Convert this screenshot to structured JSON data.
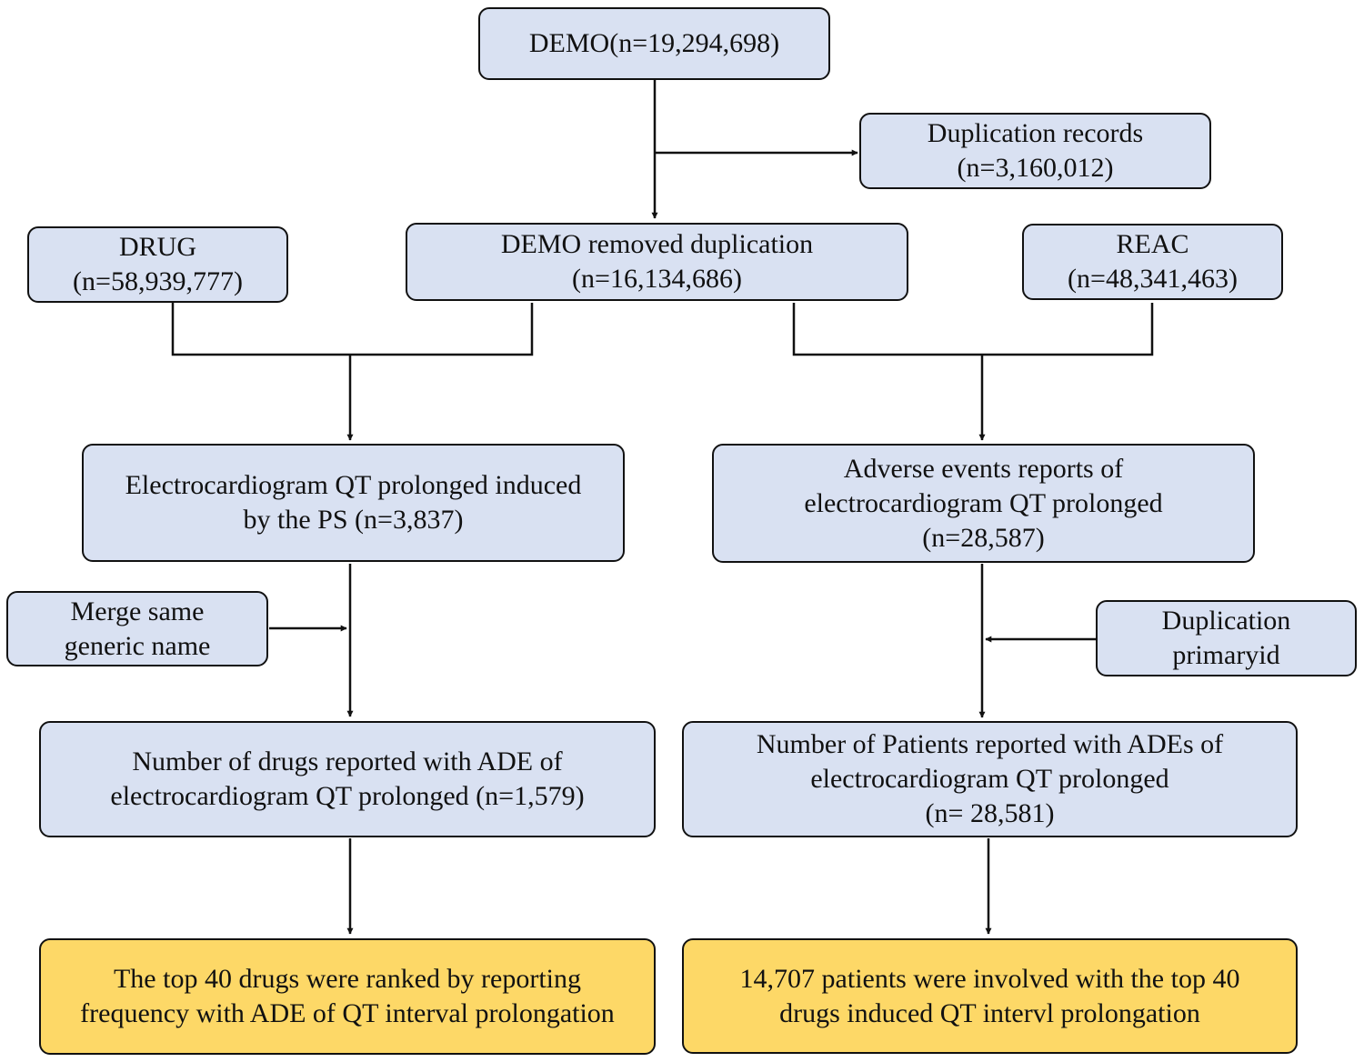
{
  "boxes": {
    "demo": {
      "lines": [
        "DEMO(n=19,294,698)"
      ]
    },
    "dup_records": {
      "lines": [
        "Duplication records",
        "(n=3,160,012)"
      ]
    },
    "drug": {
      "lines": [
        "DRUG",
        "(n=58,939,777)"
      ]
    },
    "demo_removed": {
      "lines": [
        "DEMO removed duplication",
        "(n=16,134,686)"
      ]
    },
    "reac": {
      "lines": [
        "REAC",
        "(n=48,341,463)"
      ]
    },
    "ecg_ps": {
      "lines": [
        "Electrocardiogram QT prolonged induced",
        "by the PS (n=3,837)"
      ]
    },
    "ae_reports": {
      "lines": [
        "Adverse events reports of",
        "electrocardiogram QT prolonged",
        "(n=28,587)"
      ]
    },
    "merge": {
      "lines": [
        "Merge same",
        "generic name"
      ]
    },
    "dup_primaryid": {
      "lines": [
        "Duplication",
        "primaryid"
      ]
    },
    "num_drugs": {
      "lines": [
        "Number of drugs reported with ADE of",
        "electrocardiogram QT prolonged (n=1,579)"
      ]
    },
    "num_patients": {
      "lines": [
        "Number of Patients reported with ADEs of",
        "electrocardiogram QT prolonged",
        "(n= 28,581)"
      ]
    },
    "top40_drugs": {
      "lines": [
        "The top 40 drugs were ranked by reporting",
        "frequency with ADE of QT interval prolongation"
      ]
    },
    "patients_top40": {
      "lines": [
        "14,707 patients were involved with the top 40",
        "drugs induced QT intervl prolongation"
      ]
    }
  },
  "colors": {
    "box_fill": "#d9e1f2",
    "result_fill": "#fdd867",
    "stroke": "#111111"
  }
}
